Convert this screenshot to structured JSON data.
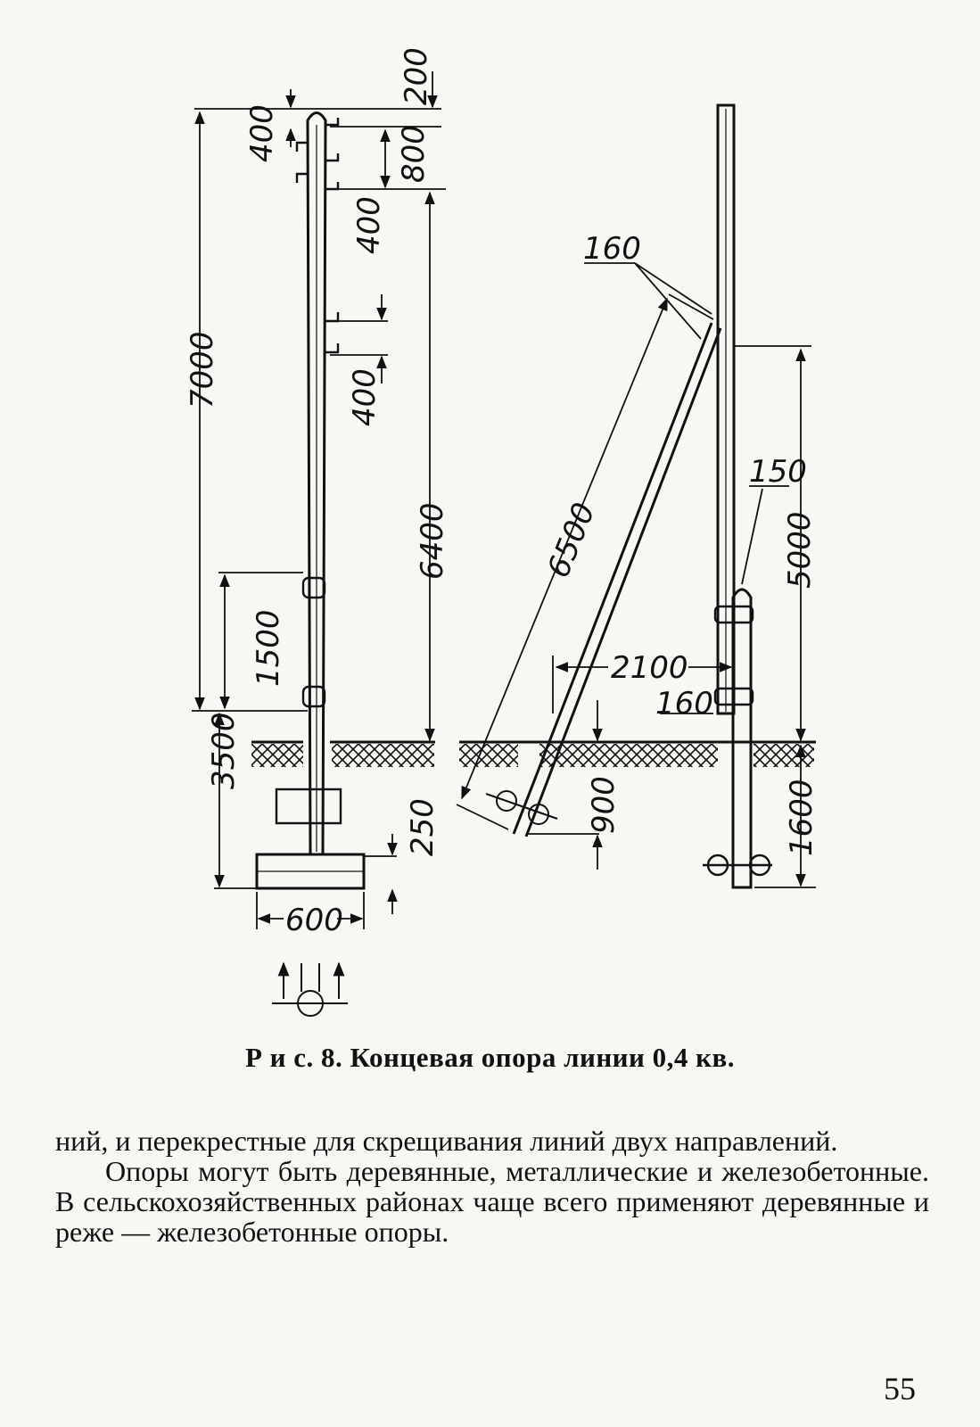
{
  "figure": {
    "left_pole_dims": {
      "d200": "200",
      "d400_top": "400",
      "d800": "800",
      "d400_mid": "400",
      "d400_low": "400",
      "d7000": "7000",
      "d6400": "6400",
      "d1500": "1500",
      "d3500": "3500",
      "d250": "250",
      "d600": "600"
    },
    "right_pole_dims": {
      "d160_top": "160",
      "d6500": "6500",
      "d5000": "5000",
      "d150": "150",
      "d2100": "2100",
      "d160_low": "160",
      "d900": "900",
      "d1600": "1600"
    }
  },
  "caption": "Р и с. 8. Концевая опора линии 0,4 кв.",
  "paragraphs": [
    "ний, и перекрестные для скрещивания линий двух направлений.",
    "Опоры могут быть деревянные, металлические и железобетонные. В сельскохозяйственных районах чаще всего применяют деревянные и реже — железобетонные опоры."
  ],
  "page_number": "55"
}
